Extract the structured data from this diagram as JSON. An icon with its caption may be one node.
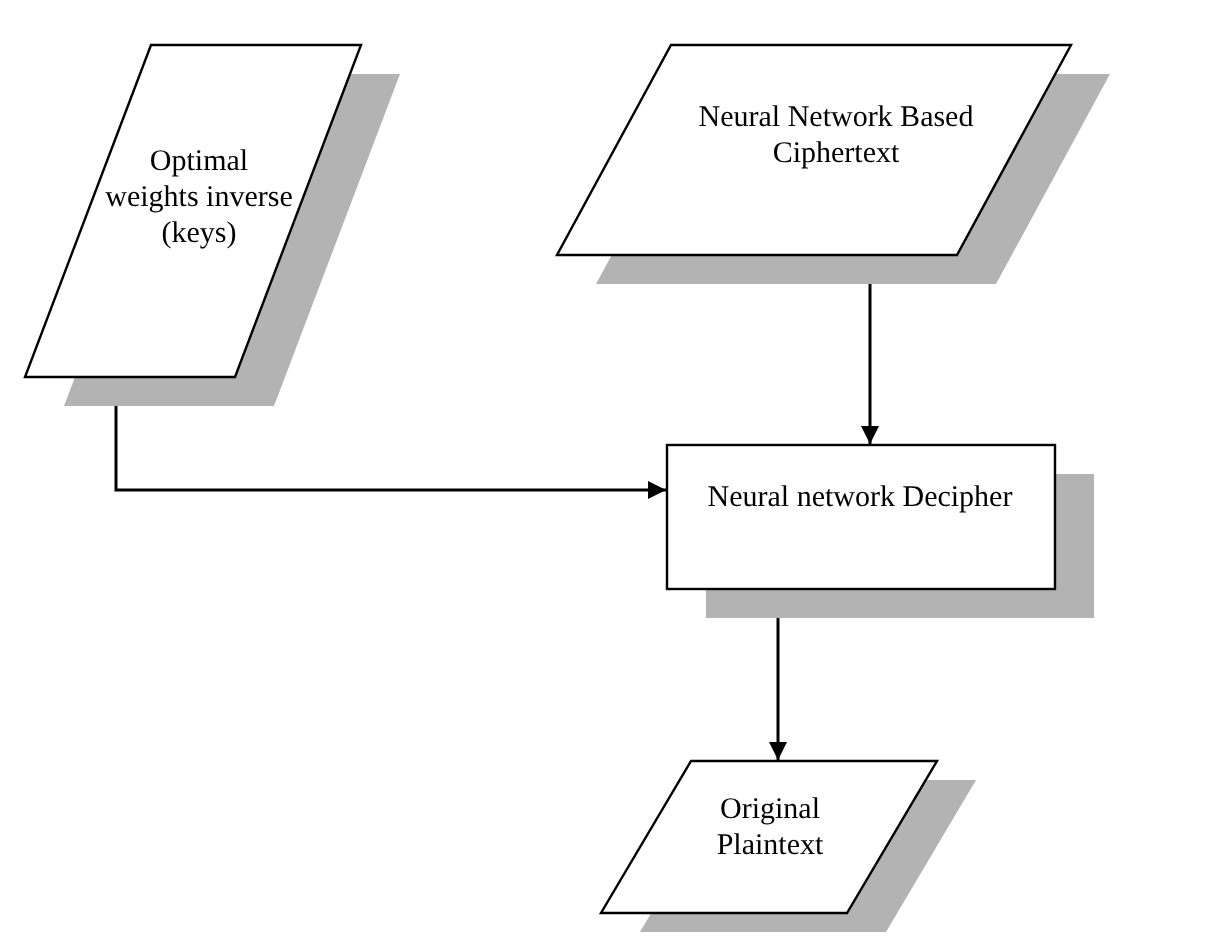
{
  "diagram": {
    "nodes": [
      {
        "text": [
          "Optimal weights inverse (keys)"
        ]
      },
      {
        "text": [
          "Neural Network Based Ciphertext"
        ]
      },
      {
        "text": [
          "Neural network Decipher"
        ]
      },
      {
        "text": [
          "Original Plaintext"
        ]
      }
    ],
    "edges": [
      {
        "from": 1,
        "to": 2,
        "arrow": "to"
      },
      {
        "from": 0,
        "to": 2,
        "arrow": "to"
      },
      {
        "from": 2,
        "to": 3,
        "arrow": "to"
      }
    ]
  }
}
